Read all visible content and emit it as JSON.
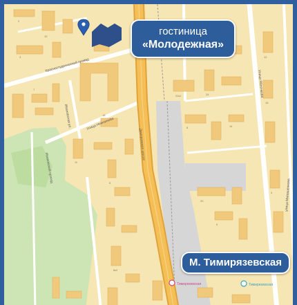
{
  "map": {
    "streets": [
      "Красностуденческий проезд",
      "Ивановская ул.",
      "Улица Немчинова",
      "Дмитровское шоссе",
      "Улица Яблочкова",
      "улица Милашенкова",
      "Ивановский проезд"
    ],
    "poi_labels": [
      "Тимирязевская",
      "Тимирязевская"
    ],
    "house_numbers": [
      "2",
      "10",
      "15",
      "3",
      "7",
      "18",
      "11",
      "5",
      "22к1",
      "24",
      "8",
      "14",
      "20",
      "9",
      "12",
      "16",
      "4",
      "6к2",
      "19"
    ],
    "colors": {
      "background": "#f6e6b3",
      "highway": "#f2b84a",
      "railway_zone": "#d8d8d8",
      "park": "#cde5b4",
      "building": "#f0c97c",
      "callout": "#2d5d9a",
      "frame": "#2f5f9e"
    }
  },
  "marker": {
    "icon": "location-pin-icon"
  },
  "callouts": {
    "hotel": {
      "line1": "гостиница",
      "line2": "«Молодежная»"
    },
    "metro": {
      "label": "М. Тимирязевская"
    }
  }
}
